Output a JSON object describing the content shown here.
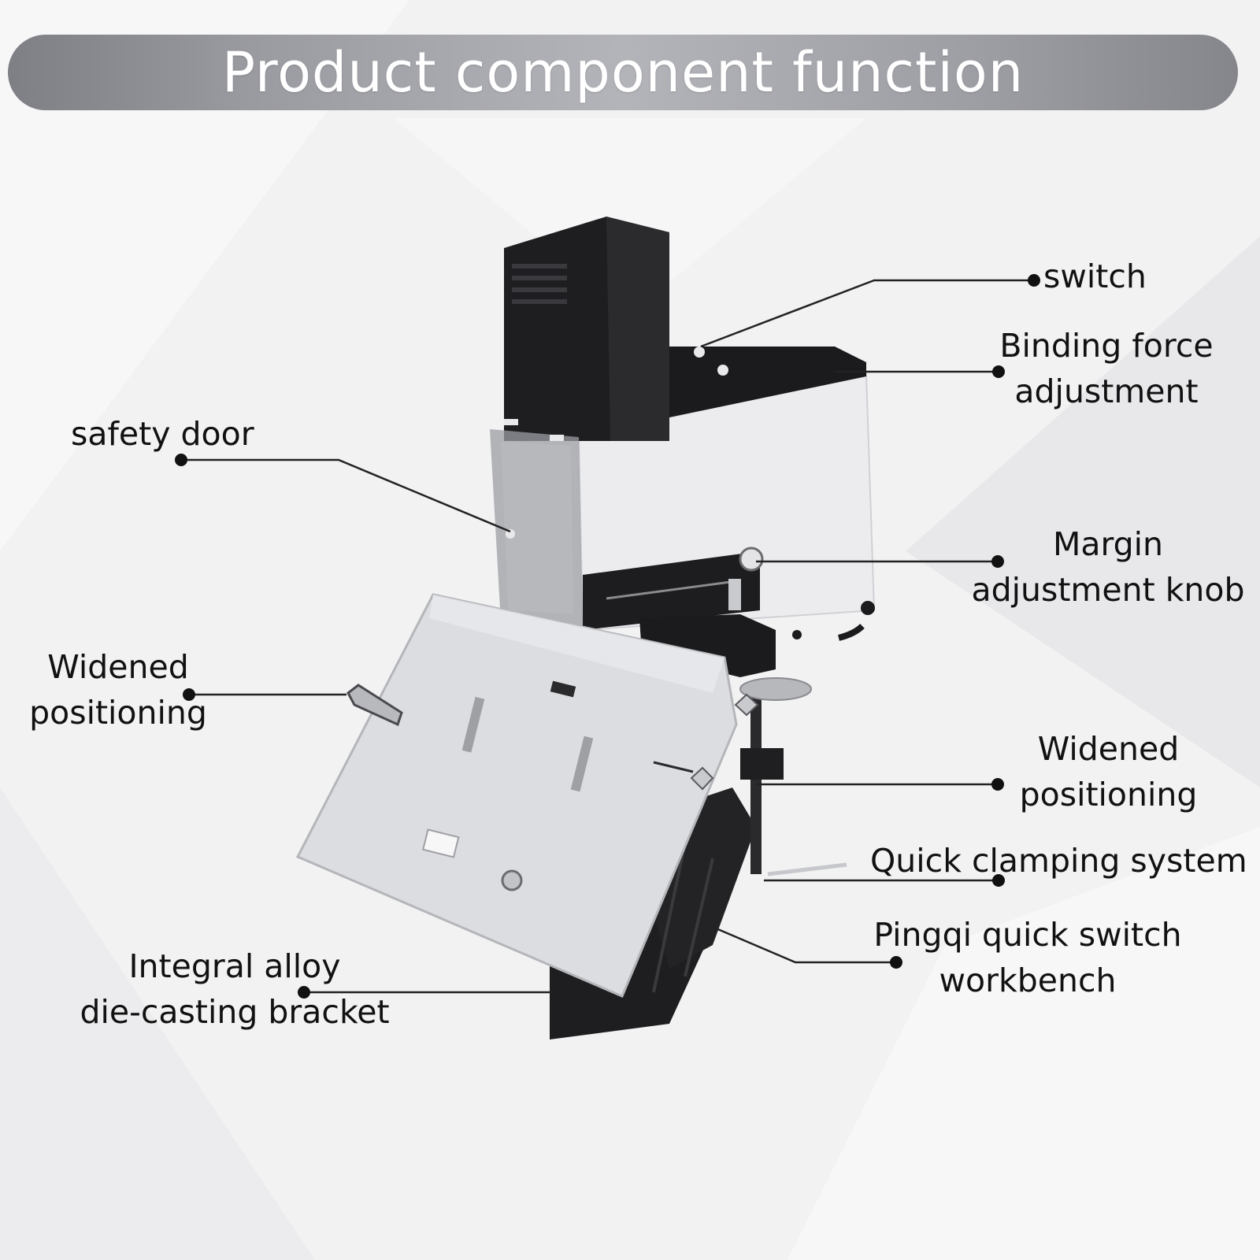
{
  "title": "Product component function",
  "colors": {
    "title_bar": "#9a9ba1",
    "title_text": "#ffffff",
    "label_text": "#111111",
    "leader_line": "#222222",
    "stapler_black": "#1e1e20",
    "stapler_white": "#ececef",
    "plate_metal": "#dcdde0"
  },
  "labels": {
    "switch": "switch",
    "binding_force_1": "Binding force",
    "binding_force_2": "adjustment",
    "safety_door": "safety door",
    "margin_knob_1": "Margin",
    "margin_knob_2": "adjustment knob",
    "widened_left_1": "Widened",
    "widened_left_2": "positioning",
    "widened_right_1": "Widened",
    "widened_right_2": "positioning",
    "quick_clamping": "Quick clamping system",
    "pingqi_1": "Pingqi quick switch",
    "pingqi_2": "workbench",
    "bracket_1": "Integral alloy",
    "bracket_2": "die-casting bracket"
  }
}
